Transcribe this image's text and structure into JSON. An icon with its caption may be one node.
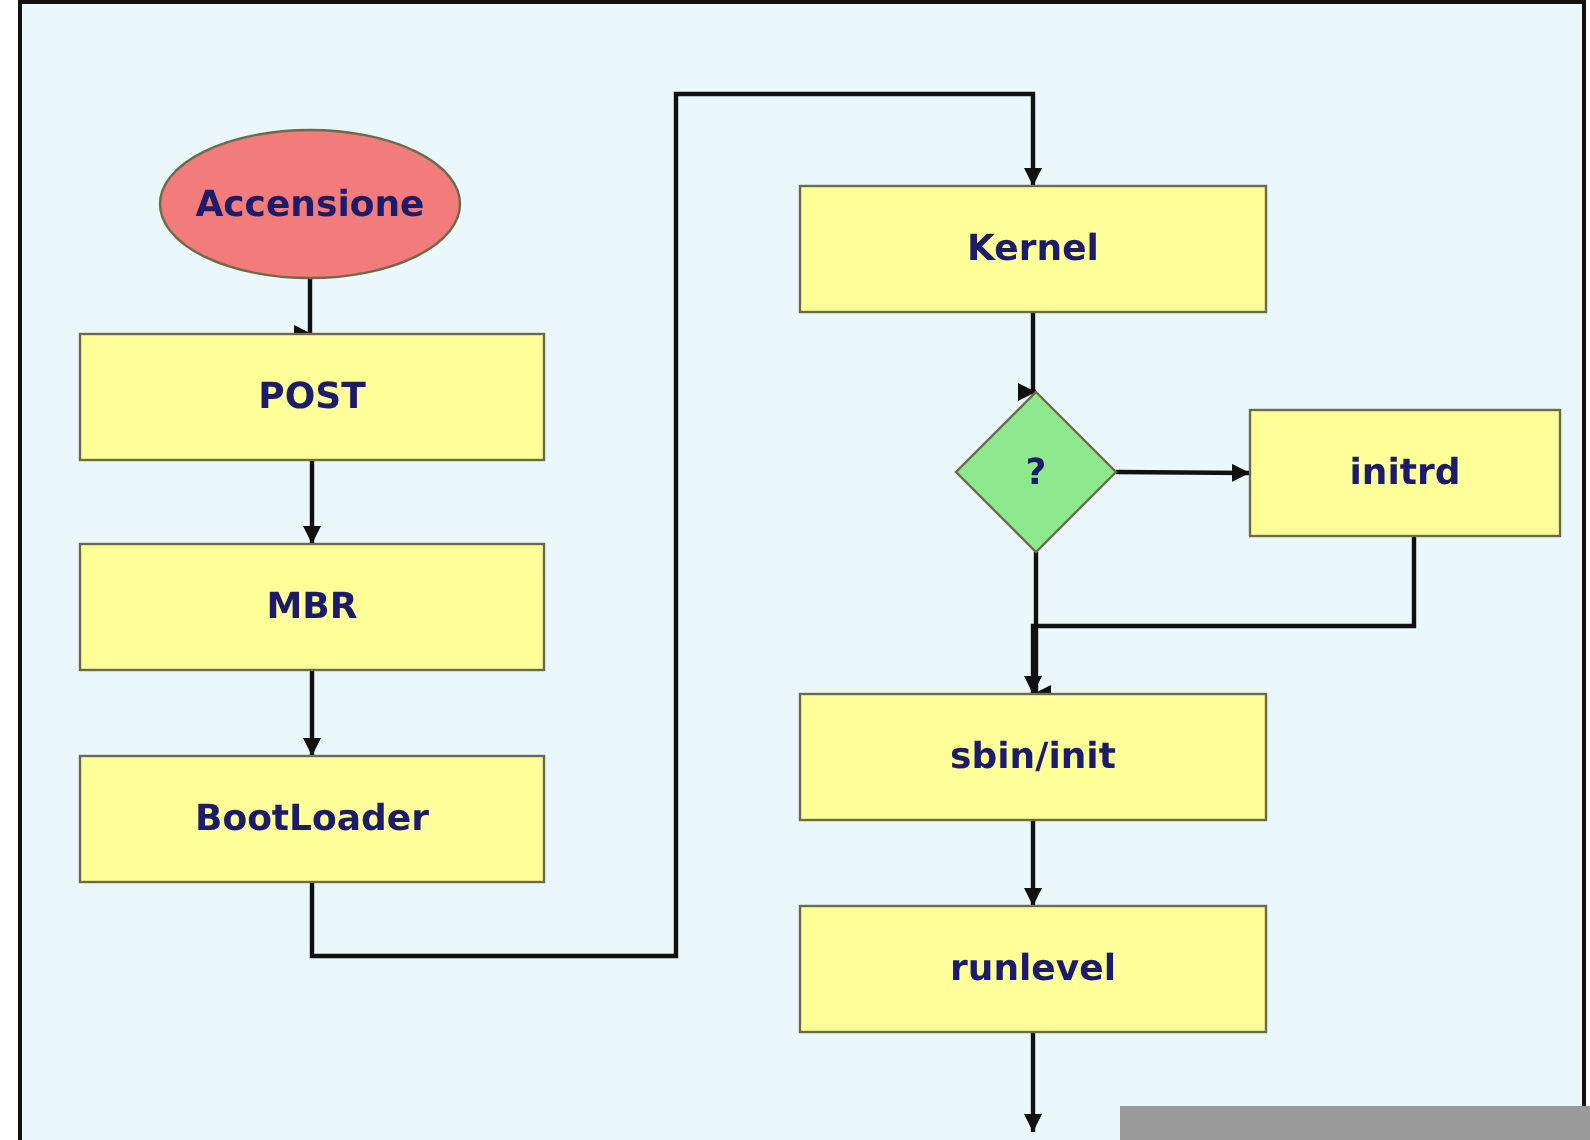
{
  "diagram": {
    "nodes": [
      {
        "text": [
          "Accensione"
        ]
      },
      {
        "text": [
          "POST"
        ]
      },
      {
        "text": [
          "MBR"
        ]
      },
      {
        "text": [
          "BootLoader"
        ]
      },
      {
        "text": [
          "Kernel"
        ]
      },
      {
        "text": [
          "?"
        ]
      },
      {
        "text": [
          "initrd"
        ]
      },
      {
        "text": [
          "sbin/init"
        ]
      },
      {
        "text": [
          "runlevel"
        ]
      }
    ],
    "edges": [
      {
        "from": 0,
        "to": 1,
        "arrow": "to"
      },
      {
        "from": 1,
        "to": 2,
        "arrow": "to"
      },
      {
        "from": 2,
        "to": 3,
        "arrow": "to"
      },
      {
        "from": 3,
        "to": 4,
        "arrow": "to"
      },
      {
        "from": 4,
        "to": 5,
        "arrow": "to"
      },
      {
        "from": 5,
        "to": 6,
        "arrow": "to"
      },
      {
        "from": 5,
        "to": 7,
        "arrow": "to"
      },
      {
        "from": 6,
        "to": 7,
        "arrow": "to"
      },
      {
        "from": 7,
        "to": 8,
        "arrow": "to"
      },
      {
        "from": 8,
        "to": null,
        "arrow": "to"
      }
    ]
  }
}
